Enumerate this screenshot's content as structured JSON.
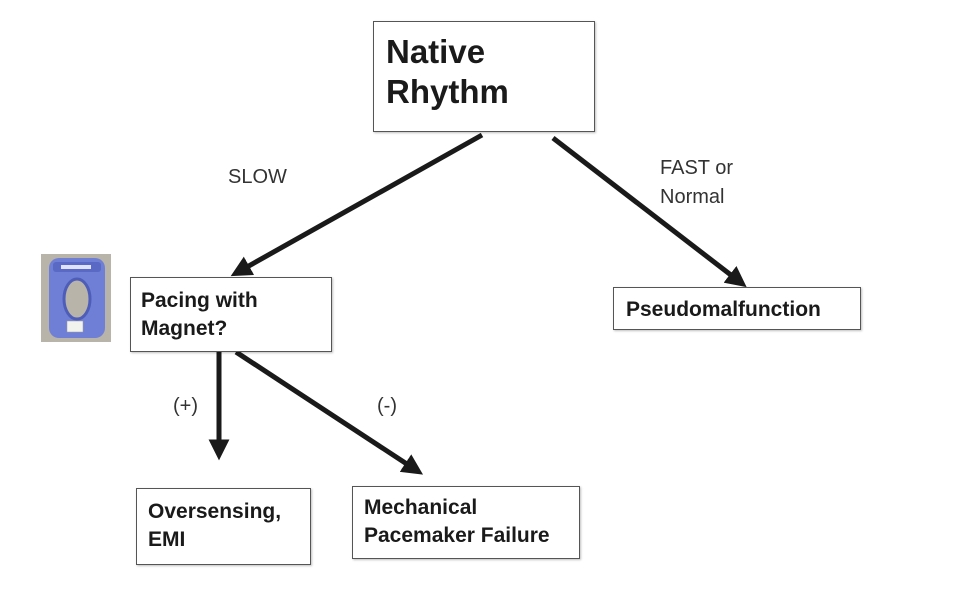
{
  "nodes": {
    "root": {
      "lines": [
        "Native",
        "Rhythm"
      ]
    },
    "pacing": {
      "lines": [
        "Pacing with",
        "Magnet?"
      ]
    },
    "pseudo": {
      "lines": [
        "Pseudomalfunction"
      ]
    },
    "oversensing": {
      "lines": [
        "Oversensing,",
        "EMI"
      ]
    },
    "mechanical": {
      "lines": [
        "Mechanical",
        "Pacemaker Failure"
      ]
    }
  },
  "edges": {
    "slow": "SLOW",
    "fast": {
      "lines": [
        "FAST or",
        "Normal"
      ]
    },
    "plus": "(+)",
    "minus": "(-)"
  },
  "colors": {
    "arrow": "#1a1a1a",
    "magnet": "#6f7fd6"
  },
  "icons": {
    "magnet": "donut-magnet-icon"
  }
}
